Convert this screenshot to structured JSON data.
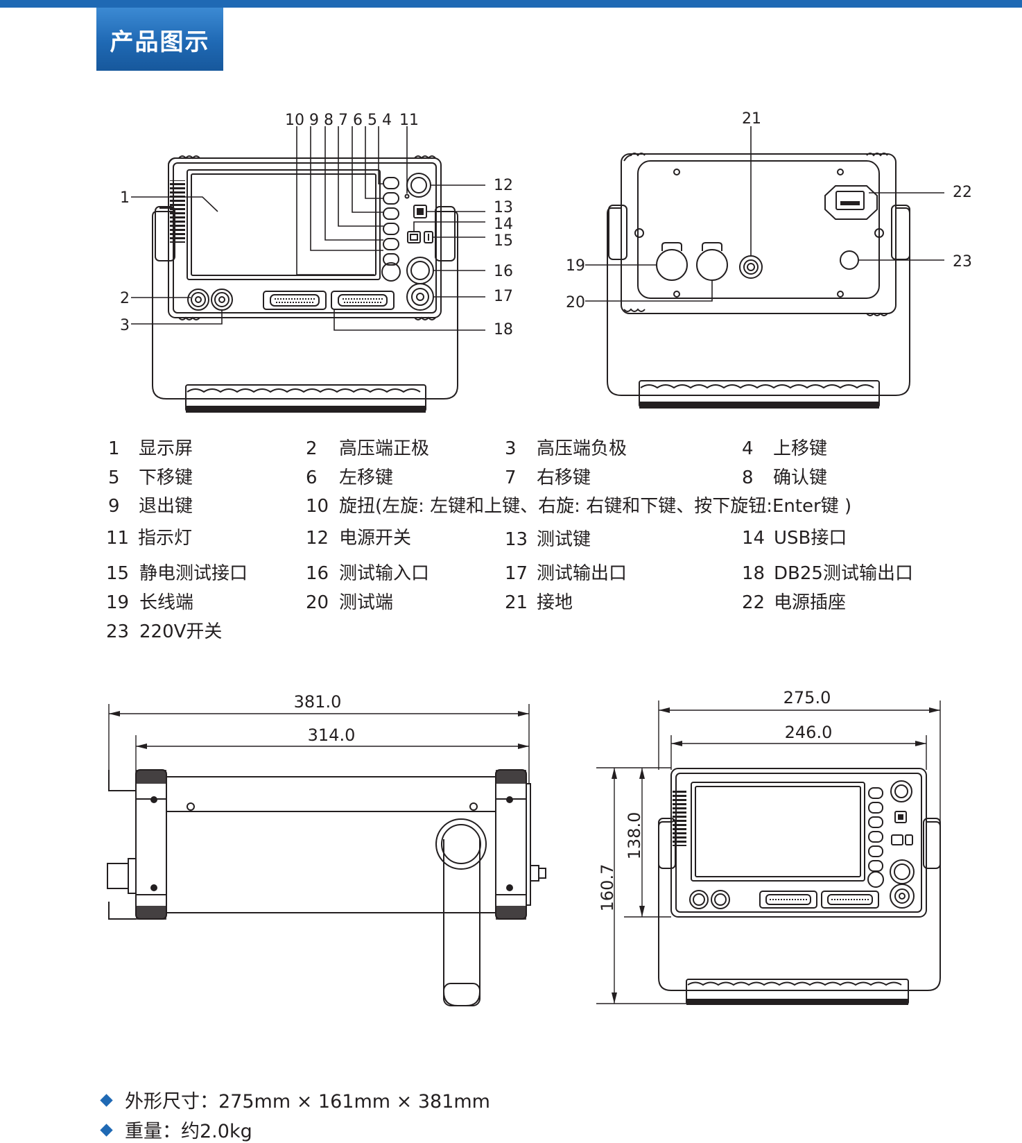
{
  "header": {
    "title": "产品图示"
  },
  "front_view": {
    "callouts": [
      "1",
      "2",
      "3",
      "4",
      "5",
      "6",
      "7",
      "8",
      "9",
      "10",
      "11",
      "12",
      "13",
      "14",
      "15",
      "16",
      "17",
      "18"
    ]
  },
  "back_view": {
    "callouts": [
      "19",
      "20",
      "21",
      "22",
      "23"
    ]
  },
  "legend": [
    {
      "num": "1",
      "label": "显示屏"
    },
    {
      "num": "2",
      "label": "高压端正极"
    },
    {
      "num": "3",
      "label": "高压端负极"
    },
    {
      "num": "4",
      "label": "上移键"
    },
    {
      "num": "5",
      "label": "下移键"
    },
    {
      "num": "6",
      "label": "左移键"
    },
    {
      "num": "7",
      "label": "右移键"
    },
    {
      "num": "8",
      "label": "确认键"
    },
    {
      "num": "9",
      "label": "退出键"
    },
    {
      "num": "10",
      "label": "旋扭(左旋: 左键和上键、右旋: 右键和下键、按下旋钮:Enter键 )"
    },
    {
      "num": "11",
      "label": "指示灯"
    },
    {
      "num": "12",
      "label": "电源开关"
    },
    {
      "num": "13",
      "label": "测试键"
    },
    {
      "num": "14",
      "label": "USB接口"
    },
    {
      "num": "15",
      "label": "静电测试接口"
    },
    {
      "num": "16",
      "label": "测试输入口"
    },
    {
      "num": "17",
      "label": "测试输出口"
    },
    {
      "num": "18",
      "label": "DB25测试输出口"
    },
    {
      "num": "19",
      "label": "长线端"
    },
    {
      "num": "20",
      "label": "测试端"
    },
    {
      "num": "21",
      "label": "接地"
    },
    {
      "num": "22",
      "label": "电源插座"
    },
    {
      "num": "23",
      "label": "220V开关"
    }
  ],
  "dimensions": {
    "side_overall": "381.0",
    "side_body": "314.0",
    "front_overall_width": "275.0",
    "front_body_width": "246.0",
    "front_body_height": "138.0",
    "front_overall_height": "160.7"
  },
  "specs": [
    {
      "label": "外形尺寸：",
      "value": "275mm × 161mm × 381mm"
    },
    {
      "label": "重量：",
      "value": "约2.0kg"
    }
  ],
  "colors": {
    "accent": "#1f69b4",
    "line": "#231f20"
  }
}
